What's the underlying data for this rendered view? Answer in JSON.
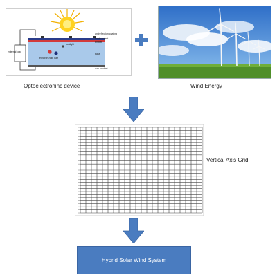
{
  "solar": {
    "caption": "Optoelectroninc device",
    "labels": {
      "antireflection": "antireflection coating",
      "front_contact": "front contact",
      "emitter": "emitter",
      "sunlight": "sunlight",
      "external_load": "external load",
      "base": "base",
      "electron_hole": "electron-hole pair",
      "rear_contact": "rear contact"
    }
  },
  "plus_symbol": "plus-icon",
  "wind": {
    "caption": "Wind Energy"
  },
  "grid": {
    "caption": "Vertical Axis Grid"
  },
  "result": {
    "label": "Hybrid Solar Wind System"
  },
  "colors": {
    "arrow": "#4a7cc0",
    "result_box": "#4a7cc0",
    "plus": "#4a7cc0",
    "cell_blue": "#a9c9ea",
    "sky": "#3c7fd0",
    "grass": "#4f8f2a"
  }
}
